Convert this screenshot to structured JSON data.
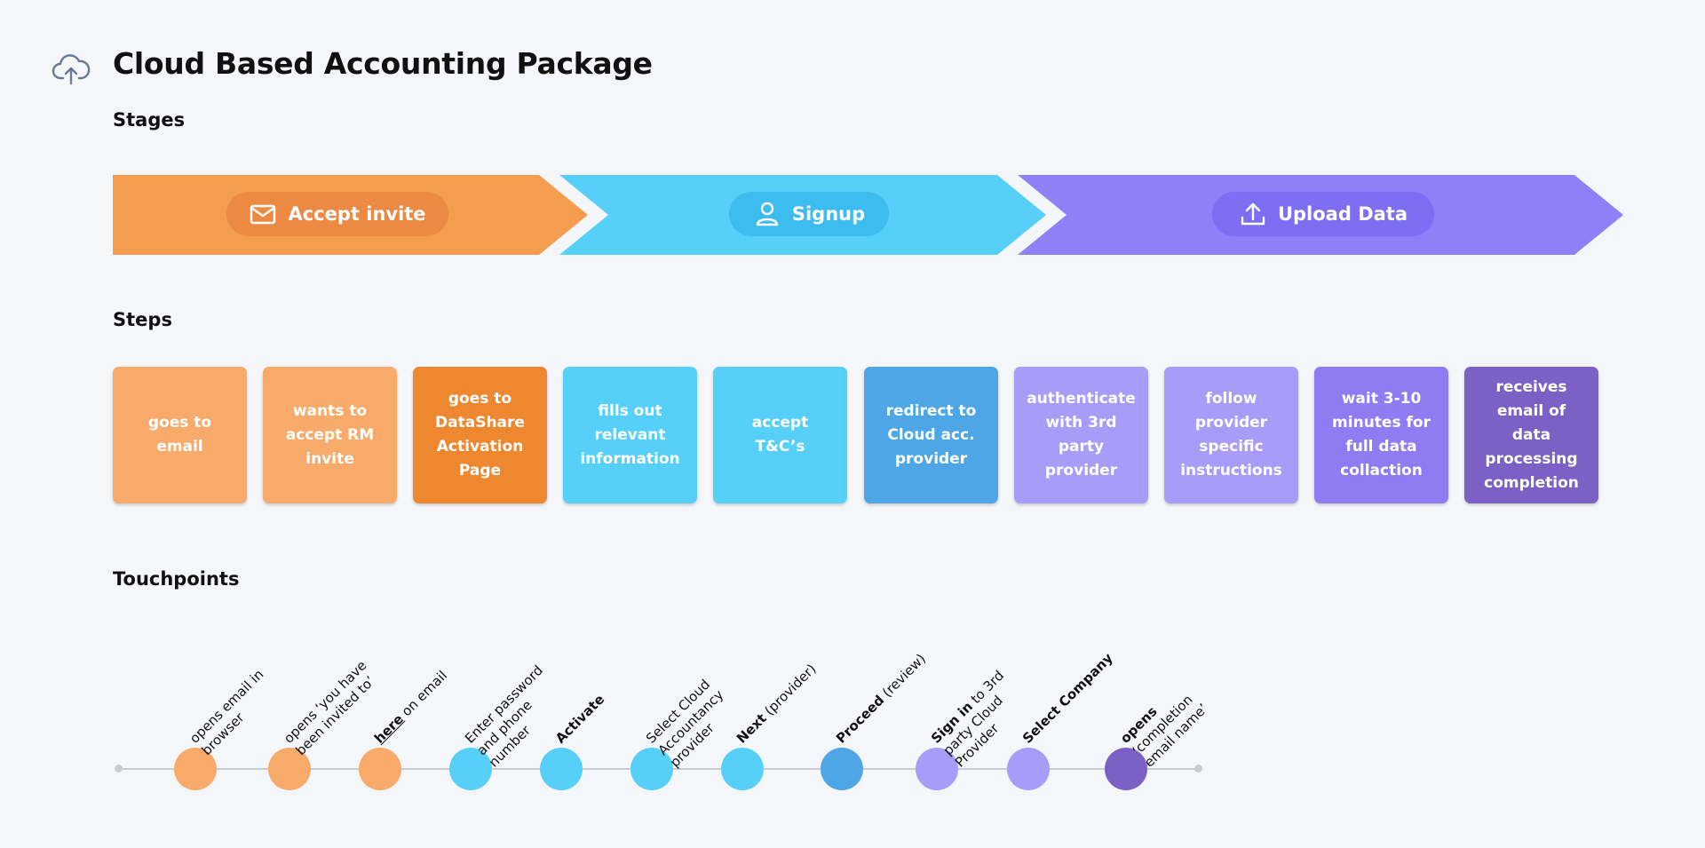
{
  "header": {
    "title": "Cloud Based Accounting Package",
    "icon": "cloud-upload-icon"
  },
  "sections": {
    "stages": "Stages",
    "steps": "Steps",
    "touchpoints": "Touchpoints"
  },
  "stages": [
    {
      "label": "Accept invite",
      "icon": "mail-icon",
      "color": "#f49d4f"
    },
    {
      "label": "Signup",
      "icon": "user-icon",
      "color": "#56d0f8"
    },
    {
      "label": "Upload Data",
      "icon": "upload-icon",
      "color": "#8f80f8"
    }
  ],
  "steps": [
    {
      "text": "goes to email",
      "color": "#f7aa6a"
    },
    {
      "text": "wants to accept RM invite",
      "color": "#f7aa6a"
    },
    {
      "text": "goes to DataShare Activation Page",
      "color": "#ee8830"
    },
    {
      "text": "fills out relevant information",
      "color": "#56d0f8"
    },
    {
      "text": "accept T&C’s",
      "color": "#56d0f8"
    },
    {
      "text": "redirect to Cloud acc. provider",
      "color": "#4ea6e6"
    },
    {
      "text": "authenticate with 3rd party provider",
      "color": "#a89cf8"
    },
    {
      "text": "follow provider specific instructions",
      "color": "#a89cf8"
    },
    {
      "text": "wait 3-10 minutes for full data collaction",
      "color": "#8f7cf2"
    },
    {
      "text": "receives email of data processing completion",
      "color": "#7b60c6"
    }
  ],
  "touchpoints": [
    {
      "bold": "",
      "text": "opens email in browser",
      "color": "#f7aa6a"
    },
    {
      "bold": "",
      "text": "opens ‘you have been invited to’",
      "color": "#f7aa6a"
    },
    {
      "bold": "here",
      "text": " on email",
      "color": "#f7aa6a",
      "underline": true
    },
    {
      "bold": "",
      "text": "Enter password and phone number",
      "color": "#56d0f8"
    },
    {
      "bold": "Activate",
      "text": "",
      "color": "#56d0f8"
    },
    {
      "bold": "",
      "text": "Select Cloud Accountancy provider",
      "color": "#56d0f8"
    },
    {
      "bold": "Next",
      "text": " (provider)",
      "color": "#56d0f8"
    },
    {
      "bold": "Proceed",
      "text": " (review)",
      "color": "#4ea6e6"
    },
    {
      "bold": "Sign in",
      "text": " to 3rd party Cloud Provider",
      "color": "#a89cf8"
    },
    {
      "bold": "Select Company",
      "text": "",
      "color": "#a89cf8"
    },
    {
      "bold": "opens",
      "text": " ‘completion email name’",
      "color": "#7b60c6"
    }
  ]
}
